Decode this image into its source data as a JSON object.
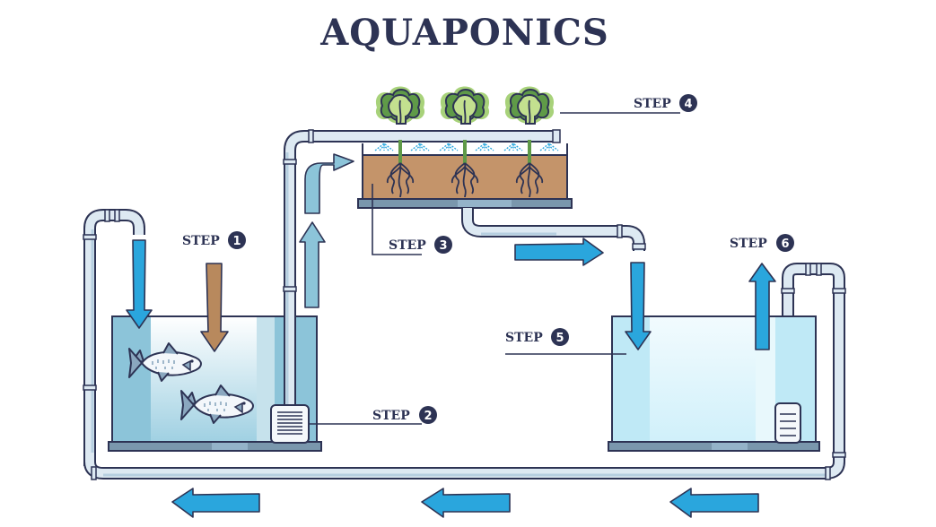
{
  "title": "AQUAPONICS",
  "steps": [
    {
      "label": "STEP",
      "number": "1",
      "description": "fish-feed-input"
    },
    {
      "label": "STEP",
      "number": "2",
      "description": "pump-to-grow-bed"
    },
    {
      "label": "STEP",
      "number": "3",
      "description": "grow-bed-media"
    },
    {
      "label": "STEP",
      "number": "4",
      "description": "plants"
    },
    {
      "label": "STEP",
      "number": "5",
      "description": "sump-tank"
    },
    {
      "label": "STEP",
      "number": "6",
      "description": "return-pump"
    }
  ],
  "plants_count": 3,
  "fish_count": 2,
  "colors": {
    "outline": "#2d3354",
    "water_dark": "#8cc4d9",
    "water_light": "#d3eef8",
    "water_sump": "#cdeff9",
    "pipe": "#dde9f2",
    "pipe_shade": "#b6cfe0",
    "arrow_blue": "#2aa6dd",
    "arrow_light": "#8cc4d9",
    "arrow_brown": "#b8895d",
    "soil": "#c4946a",
    "base": "#7a97ad",
    "leaf_light": "#a8d27a",
    "leaf_dark": "#5f9a48"
  }
}
